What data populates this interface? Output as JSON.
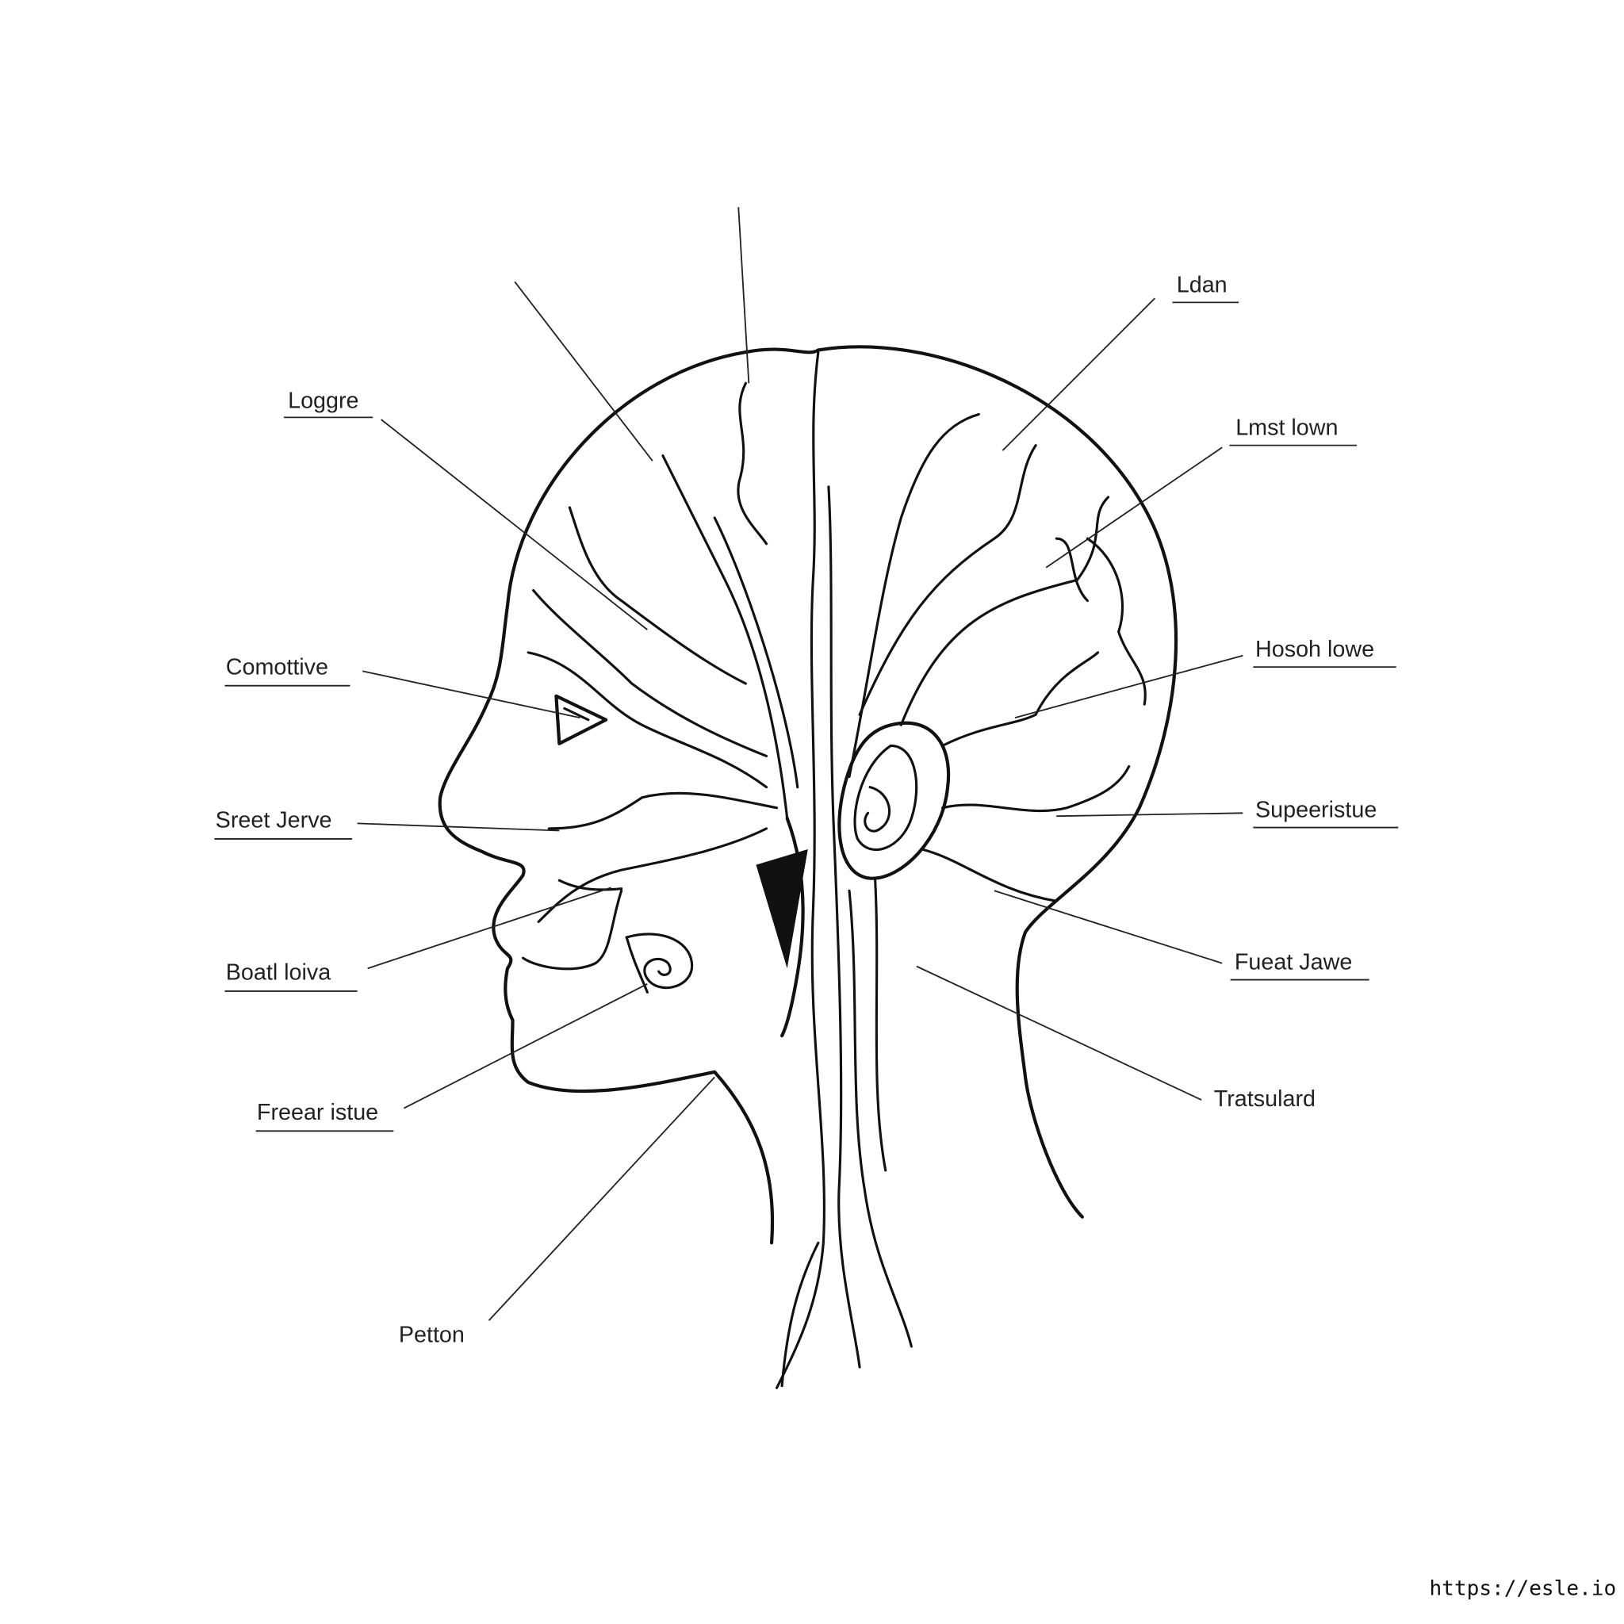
{
  "labels": {
    "loggre": "Loggre",
    "ldan": "Ldan",
    "comottive": "Comottive",
    "lmst_lown": "Lmst lown",
    "hosoh_lowe": "Hosoh lowe",
    "sreet_jerve": "Sreet Jerve",
    "supeeristue": "Supeeristue",
    "boatl_loiva": "Boatl loiva",
    "fueat_jawe": "Fueat Jawe",
    "freear_istue": "Freear istue",
    "tratsulard": "Tratsulard",
    "petton": "Petton"
  },
  "watermark": "https://esle.io"
}
